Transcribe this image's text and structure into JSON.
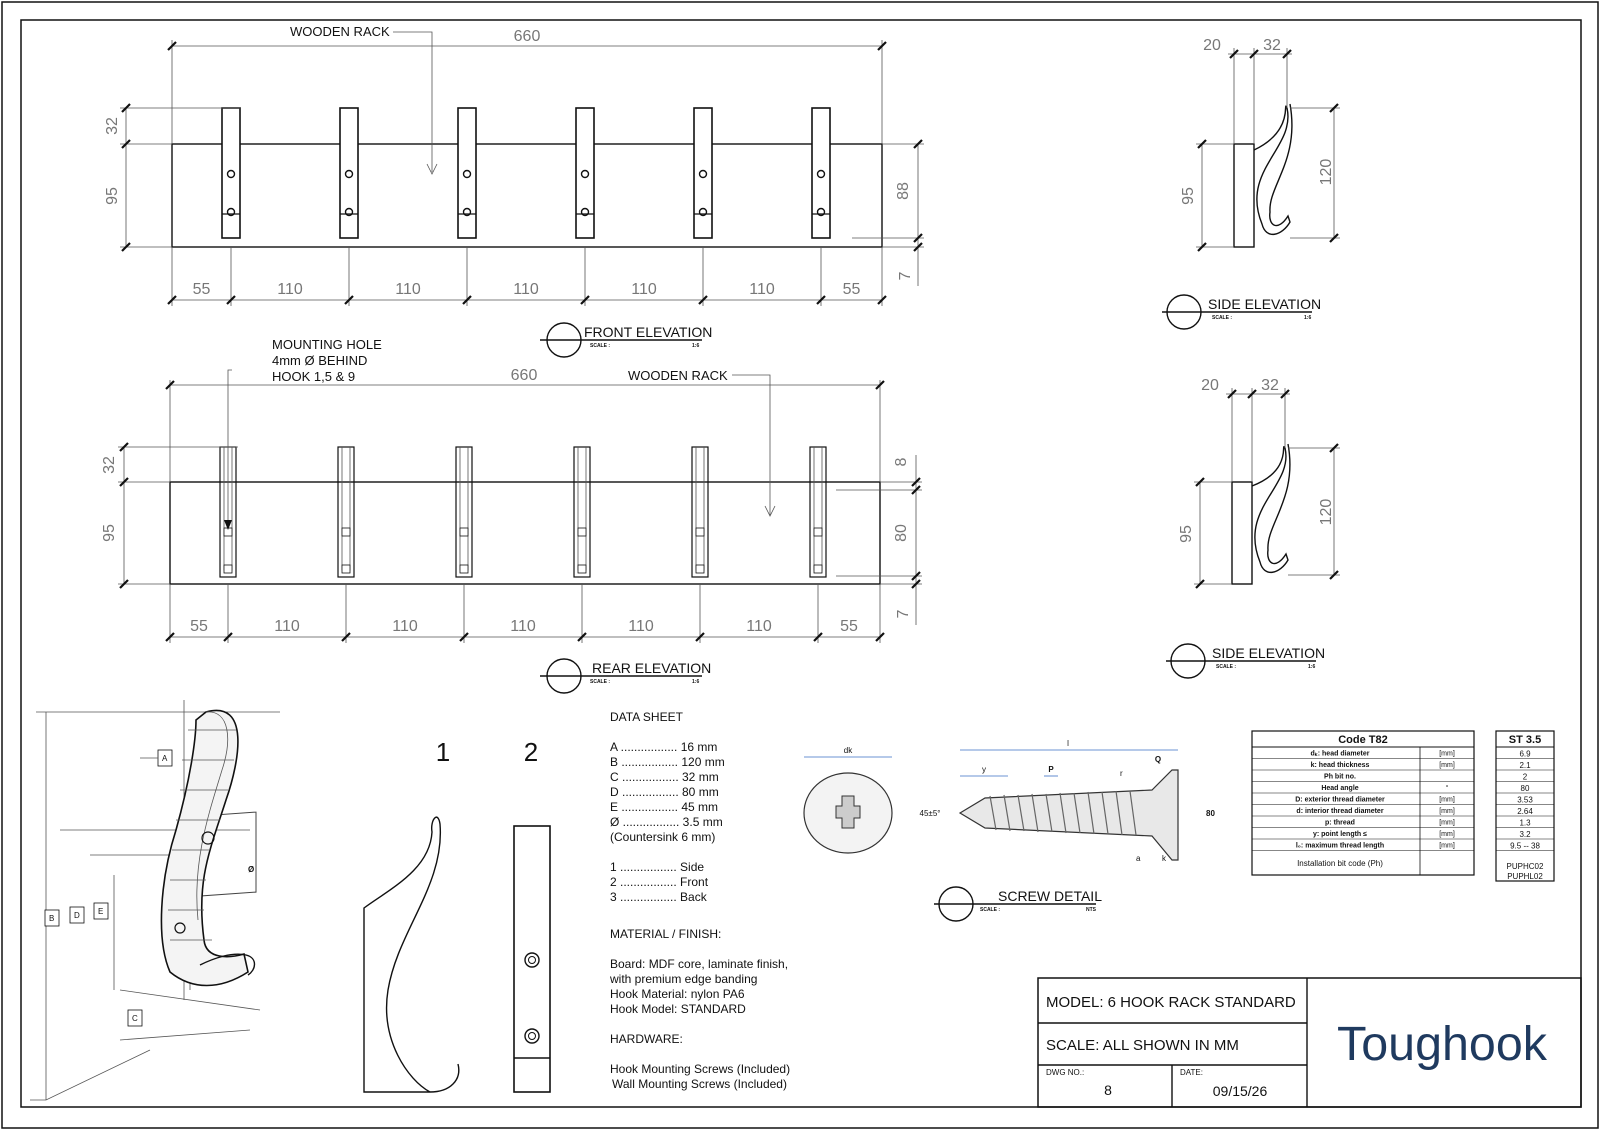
{
  "front": {
    "label_rack": "WOODEN RACK",
    "dim_total": "660",
    "dim_hook": "32",
    "dim_board": "95",
    "dim_right": "88",
    "dim_bottom": "7",
    "spacing": [
      "55",
      "110",
      "110",
      "110",
      "110",
      "110",
      "55"
    ],
    "title": "FRONT ELEVATION",
    "scale_word": "SCALE :",
    "scale_val": "1:6"
  },
  "rear": {
    "hole_note": [
      "MOUNTING HOLE",
      "4mm Ø BEHIND",
      "HOOK 1,5 & 9"
    ],
    "label_rack": "WOODEN RACK",
    "dim_total": "660",
    "dim_hook": "32",
    "dim_board": "95",
    "dim_top_right": "8",
    "dim_right": "80",
    "dim_bottom": "7",
    "spacing": [
      "55",
      "110",
      "110",
      "110",
      "110",
      "110",
      "55"
    ],
    "title": "REAR ELEVATION",
    "scale_word": "SCALE :",
    "scale_val": "1:6"
  },
  "side1": {
    "dim_a": "20",
    "dim_b": "32",
    "dim_h": "95",
    "dim_hook": "120",
    "title": "SIDE ELEVATION",
    "scale_word": "SCALE :",
    "scale_val": "1:6"
  },
  "side2": {
    "dim_a": "20",
    "dim_b": "32",
    "dim_h": "95",
    "dim_hook": "120",
    "title": "SIDE ELEVATION",
    "scale_word": "SCALE :",
    "scale_val": "1:6"
  },
  "iso_labels": {
    "a": "A",
    "b": "B",
    "c": "C",
    "d": "D",
    "e": "E",
    "o": "Ø"
  },
  "views": {
    "one": "1",
    "two": "2"
  },
  "data_sheet": {
    "heading": "DATA SHEET",
    "lines": [
      "A ................. 16 mm",
      "B ................. 120 mm",
      "C ................. 32 mm",
      "D ................. 80 mm",
      "E ................. 45 mm",
      "Ø ................. 3.5 mm",
      "(Countersink 6 mm)"
    ],
    "views": [
      "1 ................. Side",
      "2 ................. Front",
      "3 ................. Back"
    ],
    "material_heading": "MATERIAL / FINISH:",
    "material": [
      "Board:  MDF core, laminate finish,",
      "with premium edge banding",
      "Hook Material: nylon PA6",
      "Hook Model: STANDARD"
    ],
    "hardware_heading": "HARDWARE:",
    "hardware": [
      "Hook Mounting Screws (Included)",
      "Wall Mounting Screws (Included)"
    ]
  },
  "screw": {
    "dk": "dk",
    "angle": "45±5°",
    "l": "l",
    "y": "y",
    "p": "P",
    "r": "r",
    "q": "Q",
    "head_angle": "80",
    "a": "a",
    "k": "k",
    "title": "SCREW DETAIL",
    "scale_word": "SCALE :",
    "scale_val": "NTS"
  },
  "spec_table": {
    "code_heading": "Code T82",
    "value_heading": "ST 3.5",
    "rows": [
      {
        "label": "dₖ: head diameter",
        "unit": "[mm]",
        "value": "6.9"
      },
      {
        "label": "k: head thickness",
        "unit": "[mm]",
        "value": "2.1"
      },
      {
        "label": "Ph bit no.",
        "unit": "",
        "value": "2"
      },
      {
        "label": "Head angle",
        "unit": "°",
        "value": "80"
      },
      {
        "label": "D: exterior thread diameter",
        "unit": "[mm]",
        "value": "3.53"
      },
      {
        "label": "d: interior thread diameter",
        "unit": "[mm]",
        "value": "2.64"
      },
      {
        "label": "p: thread",
        "unit": "[mm]",
        "value": "1.3"
      },
      {
        "label": "y: point length ≤",
        "unit": "[mm]",
        "value": "3.2"
      },
      {
        "label": "l₀: maximum thread length",
        "unit": "[mm]",
        "value": "9.5 -- 38"
      }
    ],
    "install_label": "Installation bit code (Ph)",
    "install_values": [
      "PUPHC02",
      "PUPHL02"
    ]
  },
  "title_block": {
    "model": "MODEL: 6 HOOK RACK STANDARD",
    "scale": "SCALE: ALL SHOWN IN MM",
    "dwg_label": "DWG NO.:",
    "dwg_value": "8",
    "date_label": "DATE:",
    "date_value": "09/15/26",
    "logo": "Toughook"
  },
  "colors": {
    "logo": "#1f3a5f",
    "screw_dim": "#3a6fc4"
  }
}
